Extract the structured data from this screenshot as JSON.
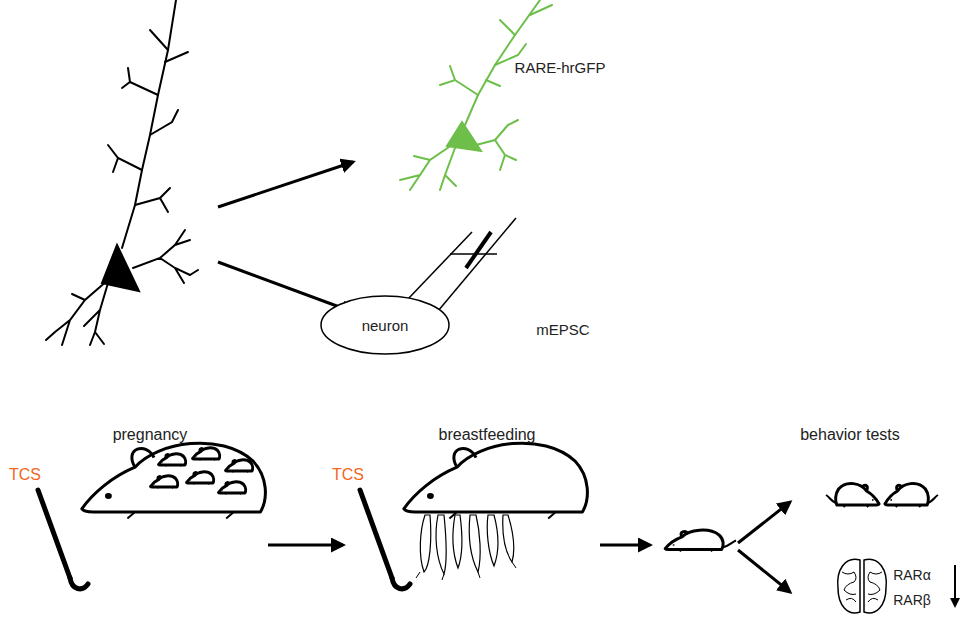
{
  "diagram": {
    "nodes": [
      {
        "text": [
          "neuron"
        ]
      }
    ],
    "labels": [
      "RARE-hrGFP",
      "mEPSC",
      "pregnancy",
      "TCS",
      "breastfeeding",
      "TCS",
      "behavior tests",
      "RARα",
      "RARβ"
    ]
  }
}
